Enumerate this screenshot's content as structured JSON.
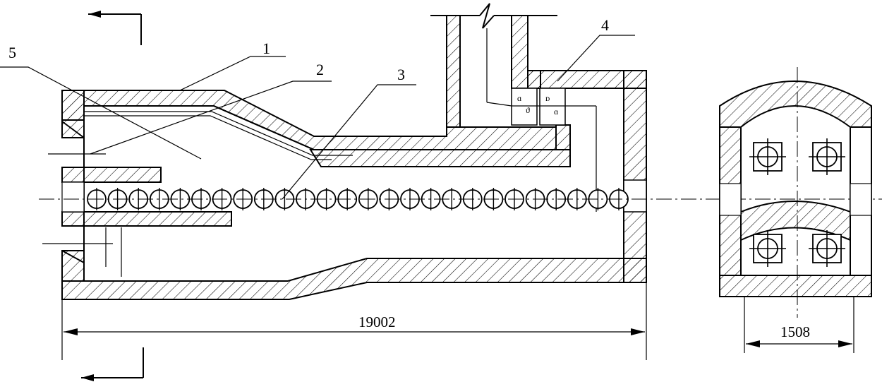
{
  "labels": {
    "l1": "1",
    "l2": "2",
    "l3": "3",
    "l4": "4",
    "l5": "5"
  },
  "dimensions": {
    "length": "19002",
    "width": "1508"
  }
}
